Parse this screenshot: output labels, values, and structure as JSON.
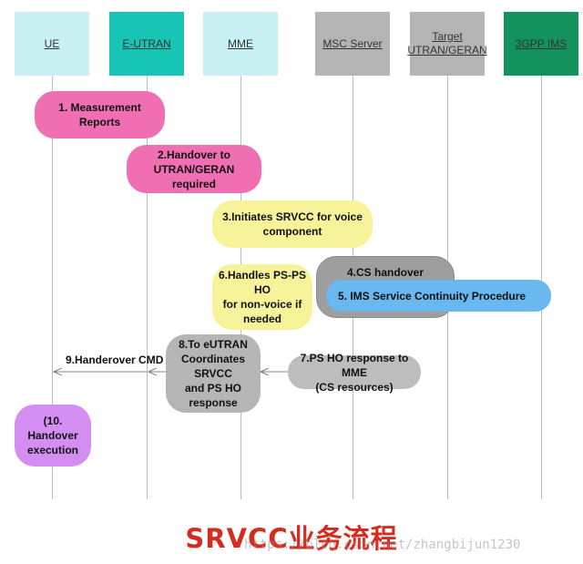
{
  "entities": {
    "ue": {
      "label": "UE",
      "color": "#c9f1f3"
    },
    "eutran": {
      "label": "E-UTRAN",
      "color": "#18c4b3"
    },
    "mme": {
      "label": "MME",
      "color": "#c9f1f3"
    },
    "msc": {
      "label": "MSC Server",
      "color": "#b4b4b4"
    },
    "target_line1": "Target",
    "target_line2": "UTRAN/GERAN",
    "target_color": "#b4b4b4",
    "ims": {
      "label": "3GPP IMS",
      "color": "#13925e"
    }
  },
  "steps": {
    "s1": {
      "line1": "1. Measurement",
      "line2": "Reports",
      "color": "#f06fb3"
    },
    "s2": {
      "line1": "2.Handover to UTRAN/GERAN",
      "line2": "required",
      "color": "#f06fb3"
    },
    "s3": {
      "line1": "3.Initiates SRVCC for voice",
      "line2": "component",
      "color": "#f6f39a"
    },
    "s4": {
      "line1": "4.CS handover preparation",
      "color": "#9e9e9e"
    },
    "s5": {
      "line1": "5. IMS Service Continuity Procedure",
      "color": "#6ab8f0"
    },
    "s6": {
      "line1": "6.Handles PS-PS HO",
      "line2": "for non-voice if",
      "line3": "needed",
      "color": "#f6f39a"
    },
    "s7": {
      "line1": "7.PS HO response to MME",
      "line2": "(CS resources)",
      "color": "#bdbdbd"
    },
    "s8": {
      "line1": "8.To eUTRAN",
      "line2": "Coordinates SRVCC",
      "line3": "and PS HO response",
      "color": "#b5b5b5"
    },
    "s9": {
      "label": "9.Handerover CMD"
    },
    "s10": {
      "line1": "(10. Handover",
      "line2": "execution",
      "color": "#d48ef2"
    }
  },
  "footer": {
    "title": "SRVCC业务流程",
    "title_color": "#d62b1f",
    "watermark": "https://blog.csdn.net/zhangbijun1230"
  }
}
